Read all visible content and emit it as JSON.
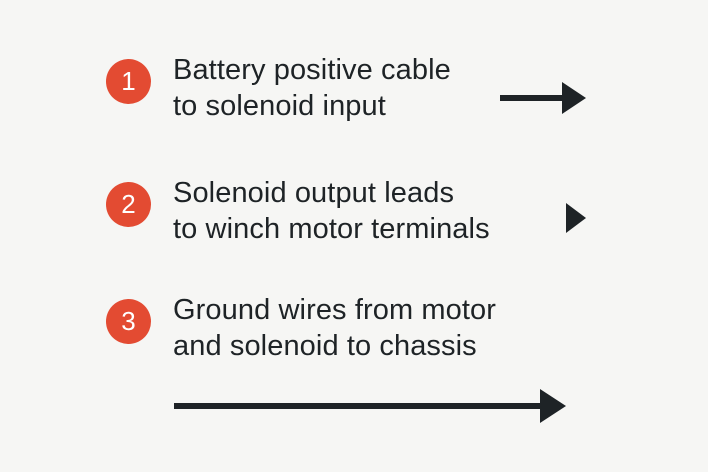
{
  "colors": {
    "background": "#f6f6f4",
    "badge": "#e34b32",
    "badge_text": "#ffffff",
    "text": "#1e2326",
    "arrow": "#1e2326"
  },
  "steps": [
    {
      "number": "1",
      "lines": [
        "Battery positive cable",
        "to solenoid input"
      ]
    },
    {
      "number": "2",
      "lines": [
        "Solenoid output leads",
        "to winch motor terminals"
      ]
    },
    {
      "number": "3",
      "lines": [
        "Ground wires from motor",
        "and solenoid to chassis"
      ]
    }
  ],
  "icons": [
    "arrow-right-icon",
    "triangle-right-icon",
    "arrow-right-long-icon"
  ]
}
